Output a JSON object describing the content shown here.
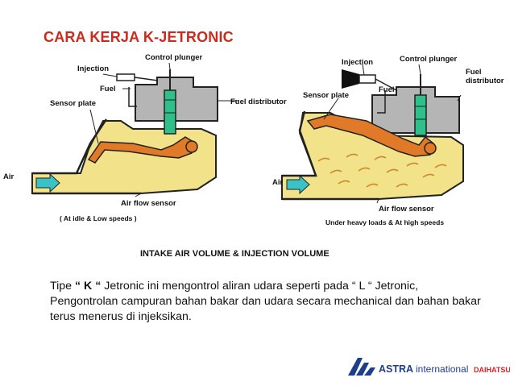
{
  "title": "CARA KERJA K-JETRONIC",
  "diagram_left": {
    "labels": {
      "injection": "Injection",
      "control_plunger": "Control plunger",
      "fuel": "Fuel",
      "sensor_plate": "Sensor plate",
      "fuel_distributor": "Fuel distributor",
      "air": "Air",
      "air_flow_sensor": "Air flow sensor"
    },
    "caption": "( At idle & Low speeds )"
  },
  "diagram_right": {
    "labels": {
      "injection": "Injection",
      "control_plunger": "Control plunger",
      "fuel": "Fuel",
      "fuel_distributor": "Fuel distributor",
      "sensor_plate": "Sensor plate",
      "air": "Air",
      "air_flow_sensor": "Air flow sensor"
    },
    "caption": "Under heavy loads & At high speeds"
  },
  "section_heading": "INTAKE AIR VOLUME & INJECTION VOLUME",
  "description": {
    "prefix": "Tipe ",
    "highlight": "“ K “",
    "rest": " Jetronic ini mengontrol aliran udara seperti pada “ L “ Jetronic, Pengontrolan campuran bahan bakar dan udara secara mechanical dan bahan bakar terus menerus di injeksikan."
  },
  "logo": {
    "brand": "ASTRA",
    "word": "international",
    "partner": "DAIHATSU"
  },
  "colors": {
    "title_red": "#cc2a1e",
    "body_yellow": "#f2e28a",
    "sensor_orange": "#e07a28",
    "plunger_green": "#2fbf8a",
    "distributor_gray": "#b5b5b5",
    "air_arrow": "#39c3c6",
    "logo_blue": "#1f3e8a",
    "logo_red": "#d2232a"
  }
}
